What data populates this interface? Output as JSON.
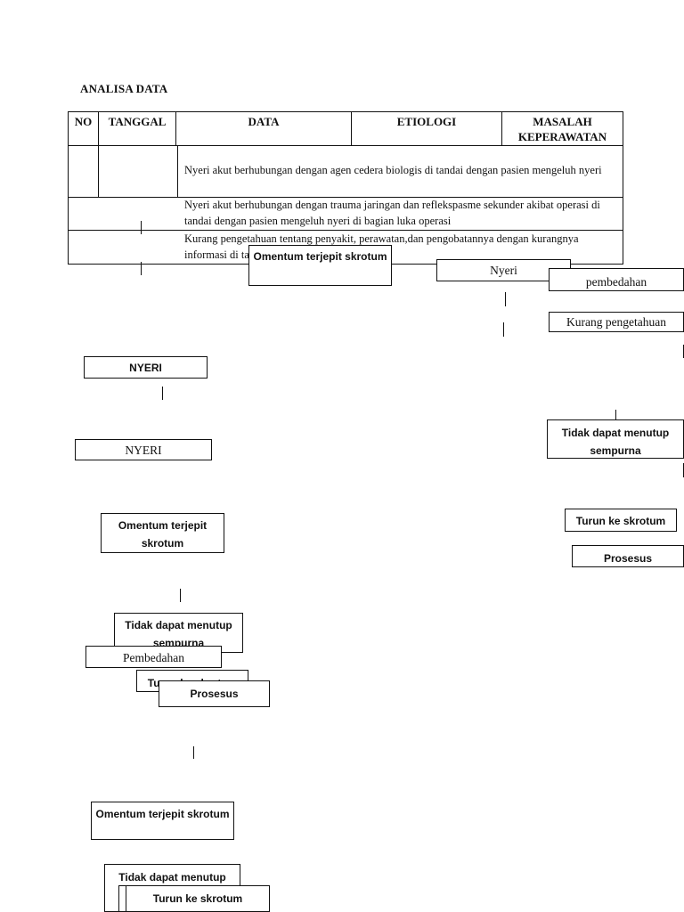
{
  "title": "ANALISA DATA",
  "table": {
    "headers": [
      "NO",
      "TANGGAL",
      "DATA",
      "ETIOLOGI",
      "MASALAH",
      "KEPERAWATAN"
    ],
    "rows": [
      "Nyeri akut berhubungan dengan agen cedera biologis di tandai dengan pasien mengeluh nyeri",
      "Nyeri akut berhubungan dengan trauma jaringan dan reflekspasme sekunder akibat operasi di tandai dengan pasien mengeluh nyeri di bagian luka operasi",
      "Kurang pengetahuan tentang penyakit, perawatan,dan pengobatannya dengan kurangnya informasi di tandai kognitif pasien"
    ]
  },
  "boxes": {
    "omentum_1": "Omentum terjepit skrotum",
    "nyeri_top": "Nyeri",
    "pembedahan_right": "pembedahan",
    "kurang_pengetahuan": "Kurang pengetahuan",
    "nyeri_upper_left": "NYERI",
    "nyeri_left_2": "NYERI",
    "tidak_dapat_right": "Tidak dapat menutup sempurna",
    "omentum_2": "Omentum terjepit skrotum",
    "turun_right": "Turun ke skrotum",
    "prosesus_right": "Prosesus",
    "tidak_dapat_mid": "Tidak dapat menutup sempurna",
    "pembedahan_mid": "Pembedahan",
    "turun_mid": "Turun ke skrotum",
    "prosesus_mid": "Prosesus",
    "omentum_3": "Omentum terjepit skrotum",
    "tidak_dapat_bottom": "Tidak dapat menutup",
    "turun_bottom": "Turun ke skrotum"
  }
}
